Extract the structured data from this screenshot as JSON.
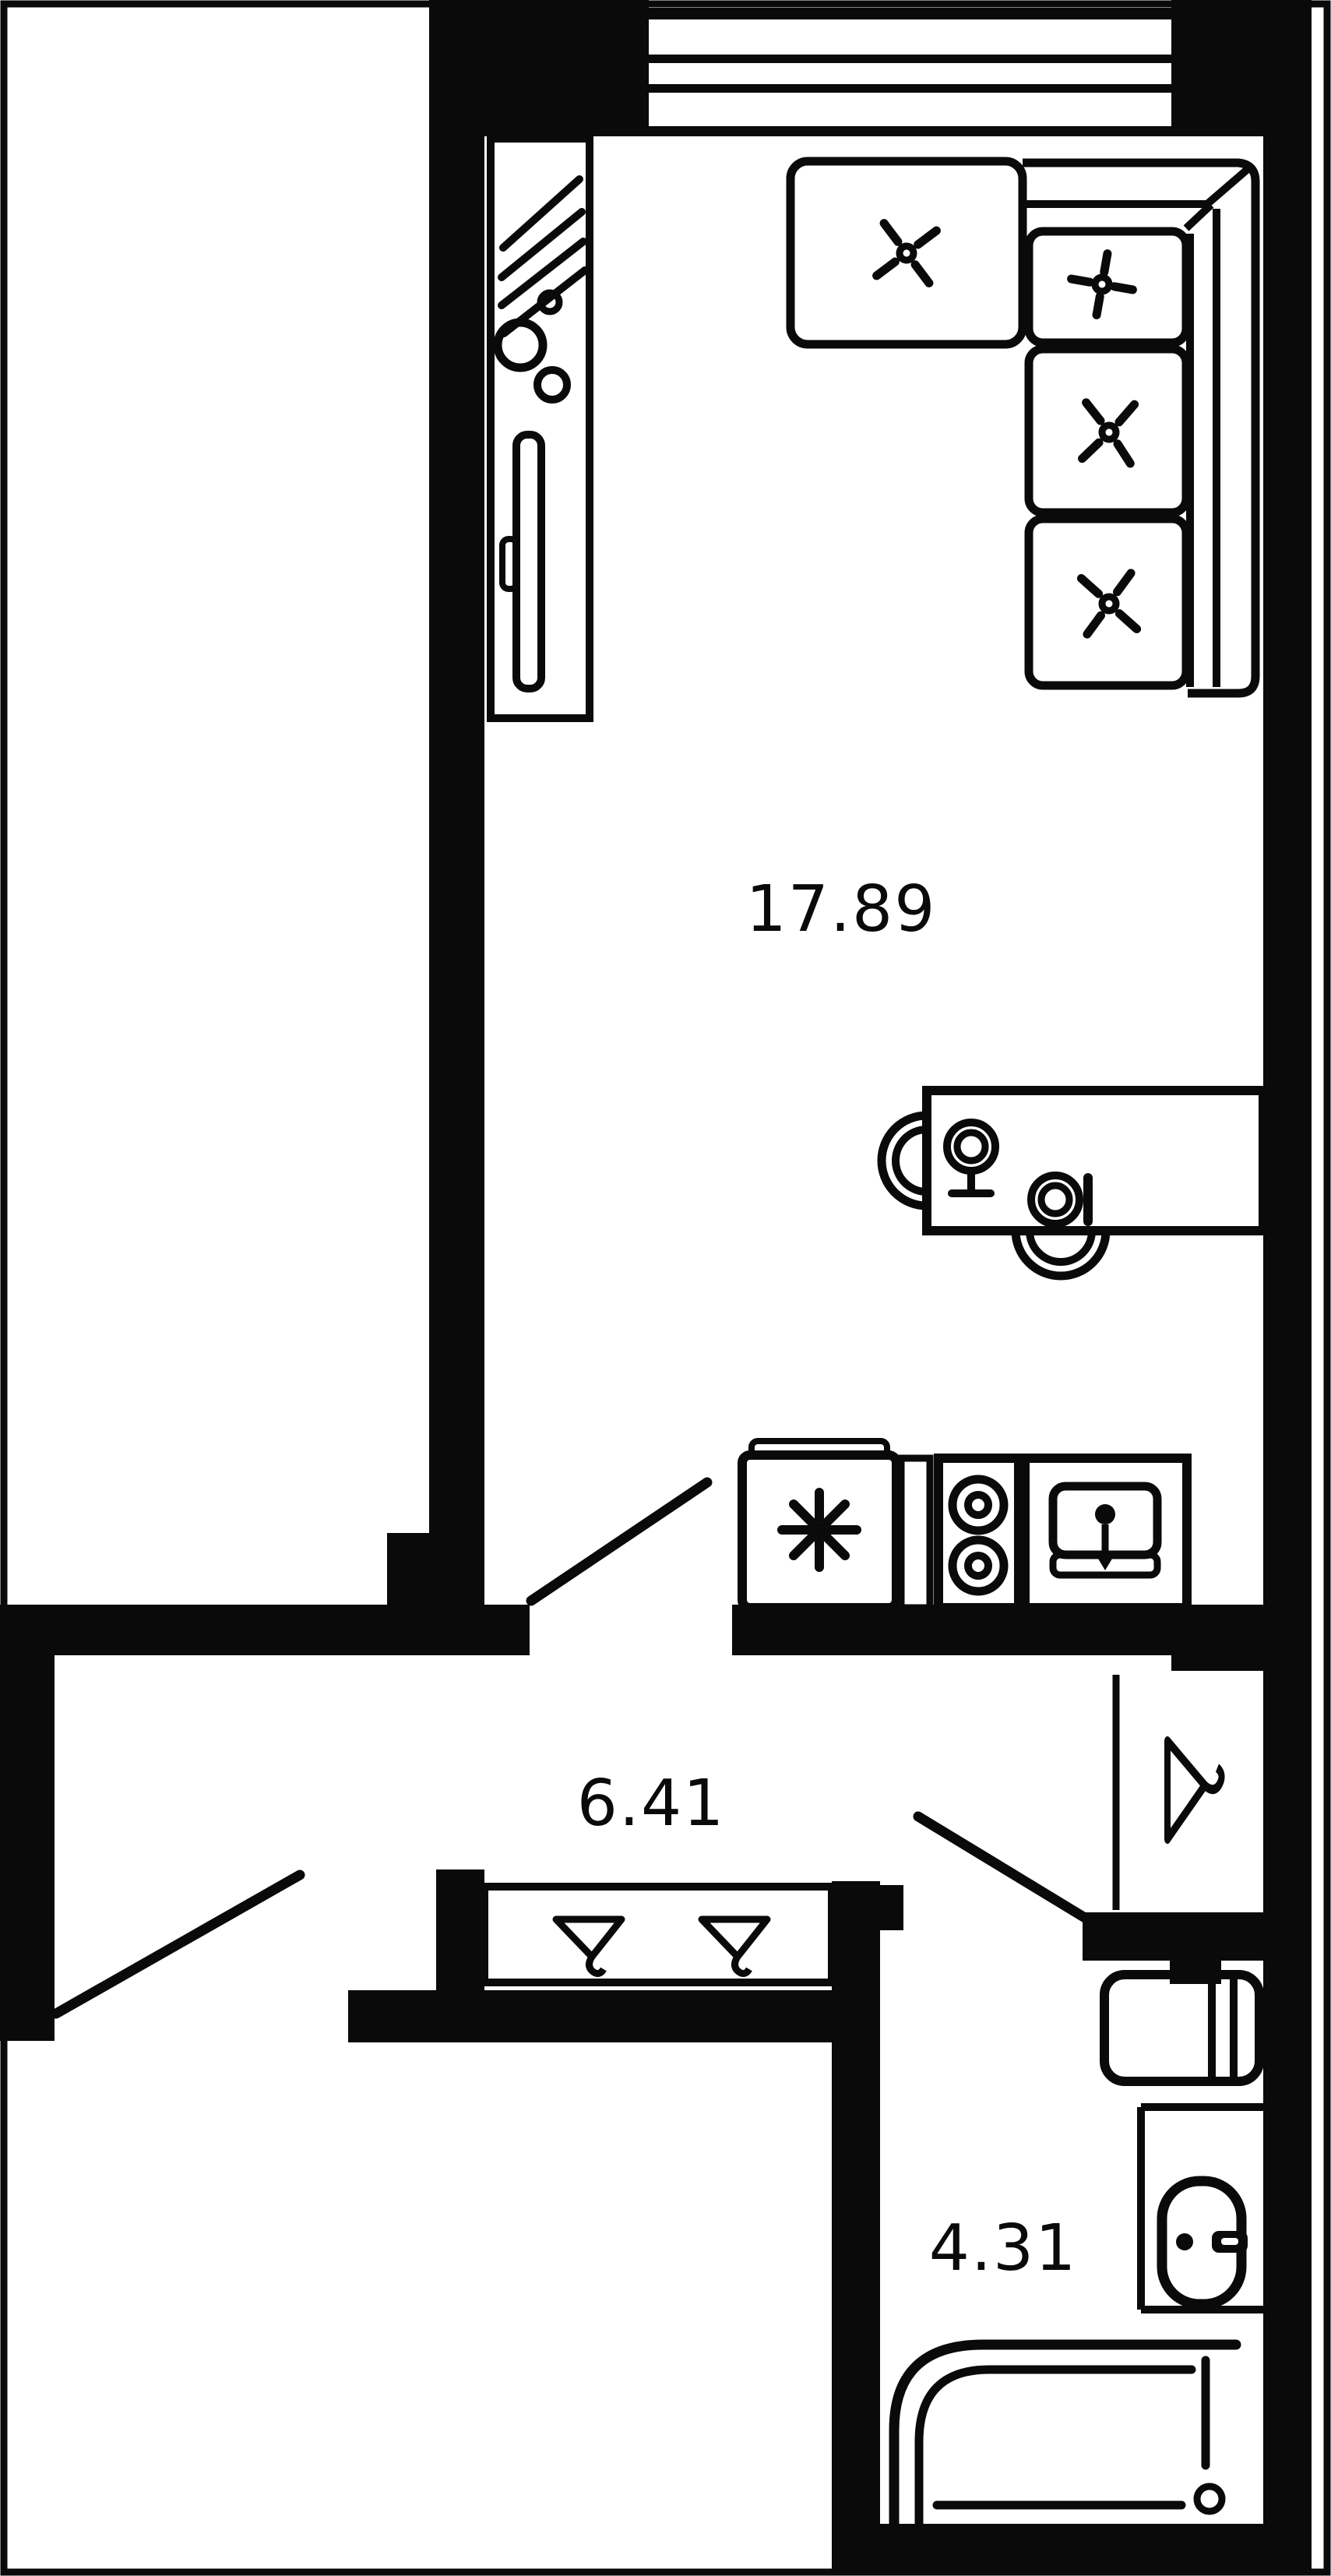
{
  "document": {
    "type": "apartment-floor-plan",
    "style": "black-and-white line drawing"
  },
  "colors": {
    "ink": "#0a0a0a",
    "paper": "#ffffff"
  },
  "rooms": [
    {
      "id": "living-kitchen",
      "area": "17.89"
    },
    {
      "id": "hallway",
      "area": "6.41"
    },
    {
      "id": "bathroom",
      "area": "4.31"
    }
  ],
  "fixtures": [
    "window",
    "wardrobe-column",
    "corner-sofa",
    "cushion-tuft-marks",
    "dining-table",
    "chair",
    "plates",
    "refrigerator-snowflake",
    "two-burner-hob",
    "kitchen-sink-with-faucet",
    "room-door-leaf",
    "entry-door-leaf",
    "bathroom-door-leaf",
    "coat-rack-two-hangers",
    "closet-single-hanger",
    "washing-machine",
    "toilet",
    "bathtub"
  ]
}
